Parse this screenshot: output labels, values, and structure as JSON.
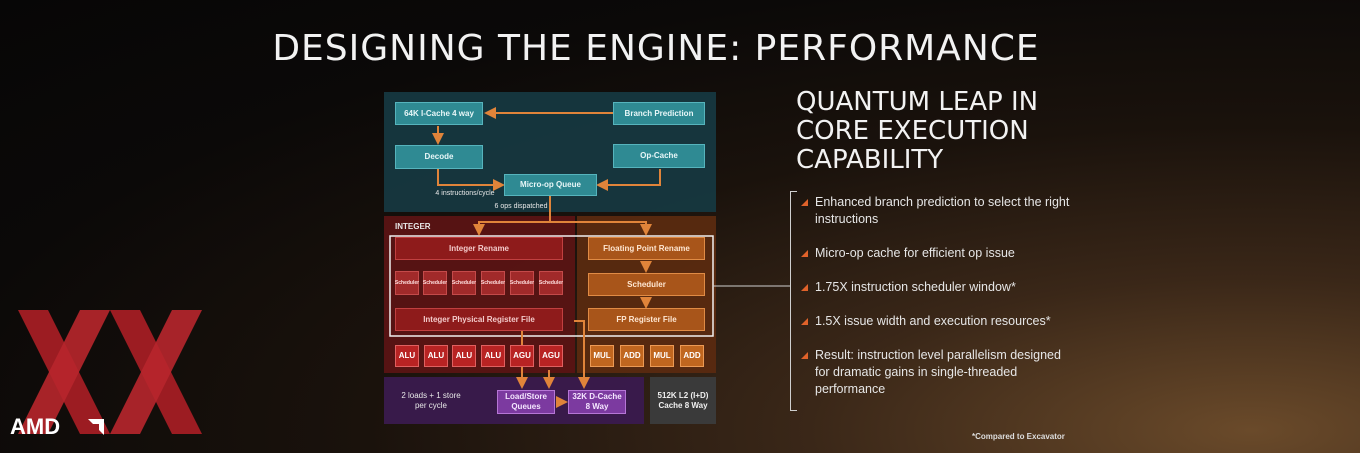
{
  "slide": {
    "title": "DESIGNING THE ENGINE: PERFORMANCE",
    "brand": "AMD",
    "footnote": "*Compared to Excavator"
  },
  "heading": [
    "QUANTUM LEAP IN",
    "CORE EXECUTION",
    "CAPABILITY"
  ],
  "bullets": [
    "Enhanced branch prediction to select the right instructions",
    "Micro-op cache for efficient op issue",
    "1.75X instruction scheduler window*",
    "1.5X issue width and execution resources*",
    "Result: instruction level parallelism designed for dramatic gains in single-threaded performance"
  ],
  "diagram": {
    "icache": "64K I-Cache 4 way",
    "branch": "Branch Prediction",
    "decode": "Decode",
    "opcache": "Op-Cache",
    "uopq": "Micro-op Queue",
    "instr_per_cycle": "4 instructions/cycle",
    "ops_dispatched": "6 ops dispatched",
    "integer_label": "INTEGER",
    "int_rename": "Integer Rename",
    "fp_rename": "Floating Point Rename",
    "scheduler_small": "Scheduler",
    "fp_scheduler": "Scheduler",
    "int_regfile": "Integer Physical Register File",
    "fp_regfile": "FP Register File",
    "int_units": [
      "ALU",
      "ALU",
      "ALU",
      "ALU",
      "AGU",
      "AGU"
    ],
    "fp_units": [
      "MUL",
      "ADD",
      "MUL",
      "ADD"
    ],
    "loads_store": "2 loads + 1 store per cycle",
    "lsq": "Load/Store Queues",
    "dcache": "32K D-Cache 8 Way",
    "l2": "512K L2 (I+D) Cache 8 Way"
  },
  "colors": {
    "frontend_bg": "#163840",
    "integer_bg": "#5a1414",
    "fp_bg": "#5a2a10",
    "memory_bg": "#3a1a4e",
    "arrow": "#e0843a",
    "bullet_marker": "#e0622a"
  }
}
